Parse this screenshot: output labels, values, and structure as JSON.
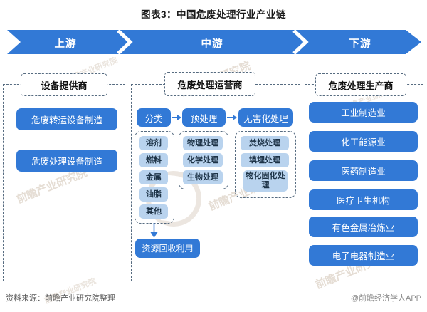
{
  "title": "图表3：中国危废处理行业产业链",
  "banner": {
    "segments": [
      "上游",
      "中游",
      "下游"
    ]
  },
  "upstream": {
    "header": "设备提供商",
    "items": [
      "危废转运设备制造",
      "危废处理设备制造"
    ]
  },
  "midstream": {
    "header": "危废处理运营商",
    "flow": [
      "分类",
      "预处理",
      "无害化处理"
    ],
    "groups": [
      [
        "溶剂",
        "燃料",
        "金属",
        "油脂",
        "其他"
      ],
      [
        "物理处理",
        "化学处理",
        "生物处理"
      ],
      [
        "焚烧处理",
        "填埋处理",
        "物化固化处理"
      ]
    ],
    "recycle": "资源回收利用"
  },
  "downstream": {
    "header": "危废处理生产商",
    "items": [
      "工业制造业",
      "化工能源业",
      "医药制造业",
      "医疗卫生机构",
      "有色金属冶炼业",
      "电子电器制造业"
    ]
  },
  "footer": {
    "source": "资料来源：前瞻产业研究院整理",
    "credit": "@前瞻经济学人APP"
  },
  "watermark": {
    "text": "前瞻产业研究院",
    "brand": "前瞻产业研究院"
  },
  "colors": {
    "primary": "#3279d6",
    "light_chip": "#b9d3ee",
    "dashed_border": "#566b80"
  }
}
